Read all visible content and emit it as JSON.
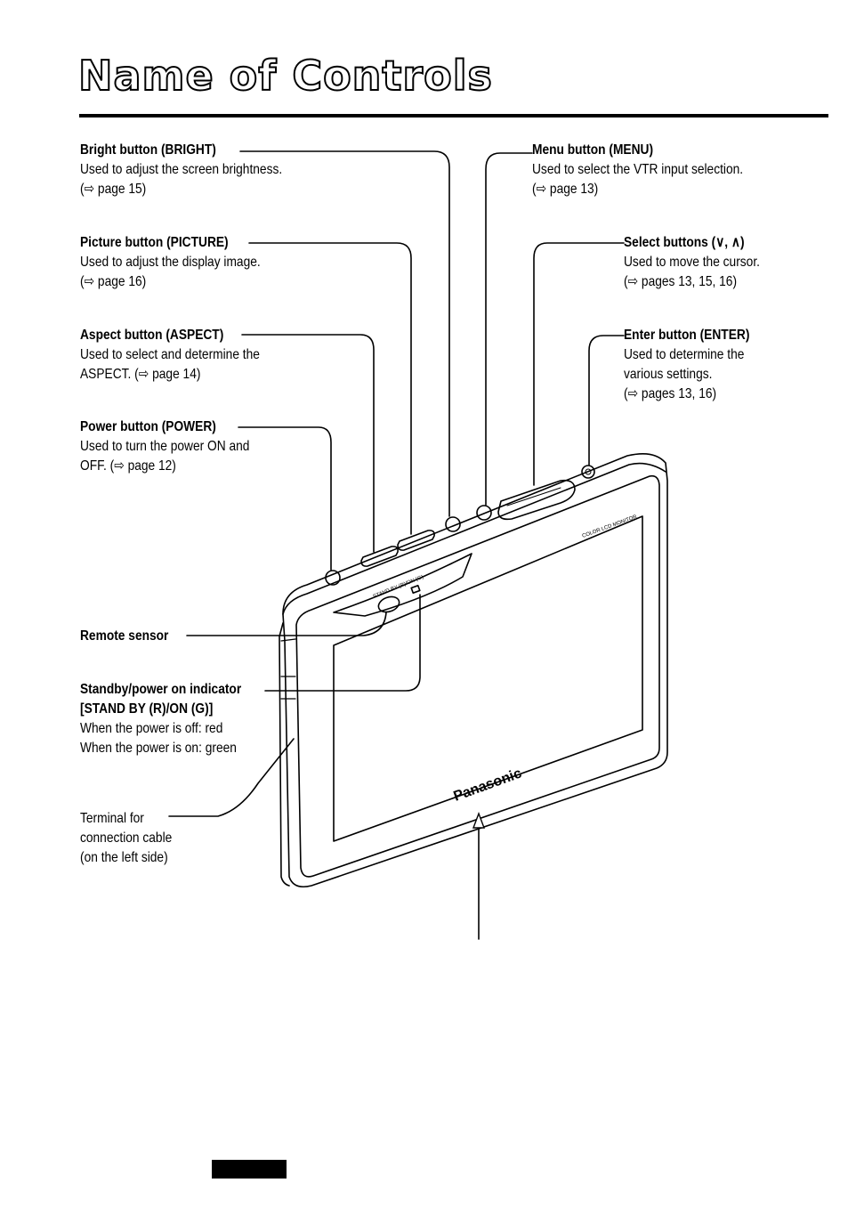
{
  "page_title": "Name of Controls",
  "labels": {
    "bright": {
      "heading": "Bright button (BRIGHT)",
      "desc": "Used to adjust the screen brightness.",
      "ref": "(⇨ page 15)"
    },
    "picture": {
      "heading": "Picture button (PICTURE)",
      "desc": "Used to adjust the display image.",
      "ref": "(⇨ page 16)"
    },
    "aspect": {
      "heading": "Aspect button (ASPECT)",
      "desc1": "Used to select and determine the",
      "desc2": "ASPECT. (⇨ page 14)"
    },
    "power": {
      "heading": "Power button (POWER)",
      "desc1": "Used to turn the power ON and",
      "desc2": "OFF. (⇨ page 12)"
    },
    "remote": {
      "heading": "Remote sensor"
    },
    "standby": {
      "heading": "Standby/power on indicator",
      "heading2": "[STAND BY (R)/ON (G)]",
      "desc1": "When the power is off: red",
      "desc2": "When the power is on: green"
    },
    "terminal": {
      "line1": "Terminal for",
      "line2": "connection cable",
      "line3": "(on the left side)"
    },
    "menu": {
      "heading": "Menu button (MENU)",
      "desc": "Used to select the VTR input selection.",
      "ref": "(⇨ page 13)"
    },
    "select": {
      "heading": "Select buttons (∨, ∧)",
      "desc": "Used to move the cursor.",
      "ref": "(⇨ pages 13, 15, 16)"
    },
    "enter": {
      "heading": "Enter button (ENTER)",
      "desc1": "Used to determine the",
      "desc2": "various settings.",
      "ref": "(⇨ pages 13, 16)"
    }
  },
  "device": {
    "brand": "Panasonic",
    "model_label": "COLOR LCD MONITOR",
    "standby_label": "STAND BY (R)/ON (G)"
  }
}
